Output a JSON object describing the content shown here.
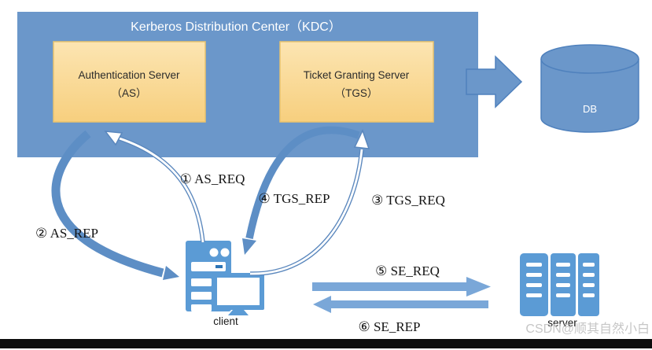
{
  "kdc": {
    "title": "Kerberos Distribution Center（KDC）"
  },
  "boxes": {
    "as": {
      "line1": "Authentication Server",
      "line2": "（AS）"
    },
    "tgs": {
      "line1": "Ticket Granting Server",
      "line2": "（TGS）"
    }
  },
  "db": {
    "label": "DB"
  },
  "client": {
    "label": "client"
  },
  "server": {
    "label": "server"
  },
  "flows": [
    {
      "id": 1,
      "label": "① AS_REQ",
      "from": "client",
      "to": "AS"
    },
    {
      "id": 2,
      "label": "② AS_REP",
      "from": "AS",
      "to": "client"
    },
    {
      "id": 3,
      "label": "③ TGS_REQ",
      "from": "client",
      "to": "TGS"
    },
    {
      "id": 4,
      "label": "④ TGS_REP",
      "from": "TGS",
      "to": "client"
    },
    {
      "id": 5,
      "label": "⑤ SE_REQ",
      "from": "client",
      "to": "server"
    },
    {
      "id": 6,
      "label": "⑥ SE_REP",
      "from": "server",
      "to": "client"
    }
  ],
  "watermark": "CSDN@顺其自然小白",
  "colors": {
    "kdc_fill": "#6b97ca",
    "inner_box_top": "#fce5b2",
    "inner_box_bottom": "#f7cf7e",
    "inner_box_border": "#eac36d",
    "icon_blue": "#5b9bd5",
    "curved_arrow_blue": "#5d8ec5",
    "straight_arrow_blue": "#7aa7d8",
    "block_arrow_stroke": "#4f81bd",
    "label_text": "#141414",
    "title_text": "#ffffff",
    "bottom_bar": "#0d0d0d",
    "watermark_gray": "#c4c4c4"
  }
}
